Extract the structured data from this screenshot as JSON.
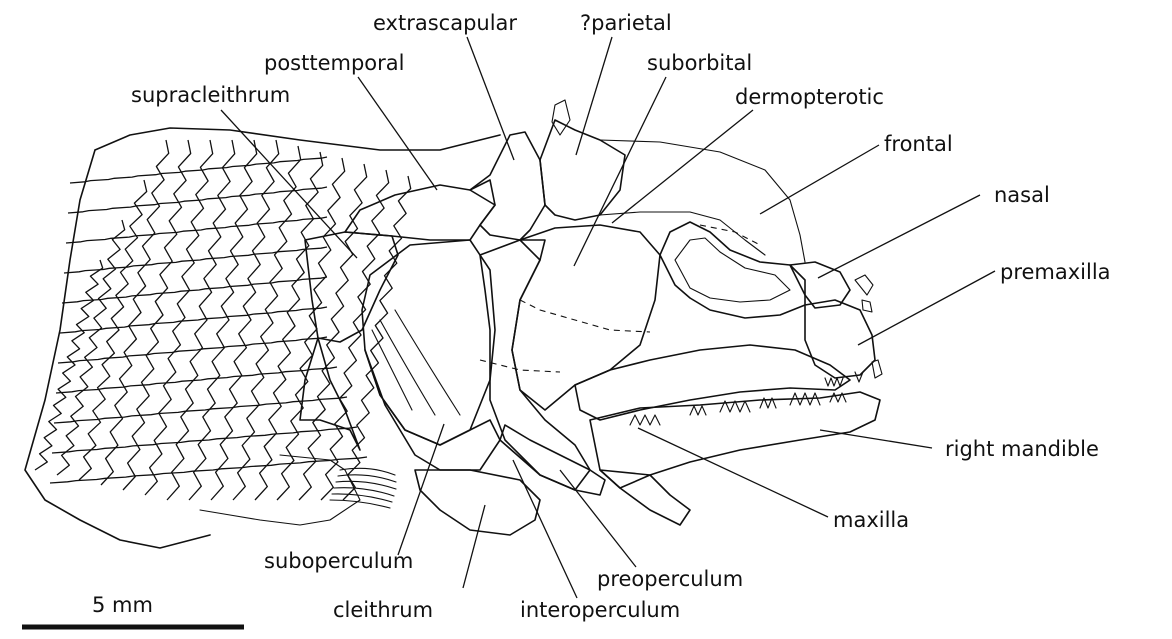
{
  "labels": {
    "extrascapular": "extrascapular",
    "parietal": "?parietal",
    "posttemporal": "posttemporal",
    "suborbital": "suborbital",
    "supracleithrum": "supracleithrum",
    "dermopterotic": "dermopterotic",
    "frontal": "frontal",
    "nasal": "nasal",
    "premaxilla": "premaxilla",
    "right_mandible": "right mandible",
    "maxilla": "maxilla",
    "suboperculum": "suboperculum",
    "preoperculum": "preoperculum",
    "cleithrum": "cleithrum",
    "interoperculum": "interoperculum"
  },
  "scale_bar": {
    "label": "5 mm"
  }
}
